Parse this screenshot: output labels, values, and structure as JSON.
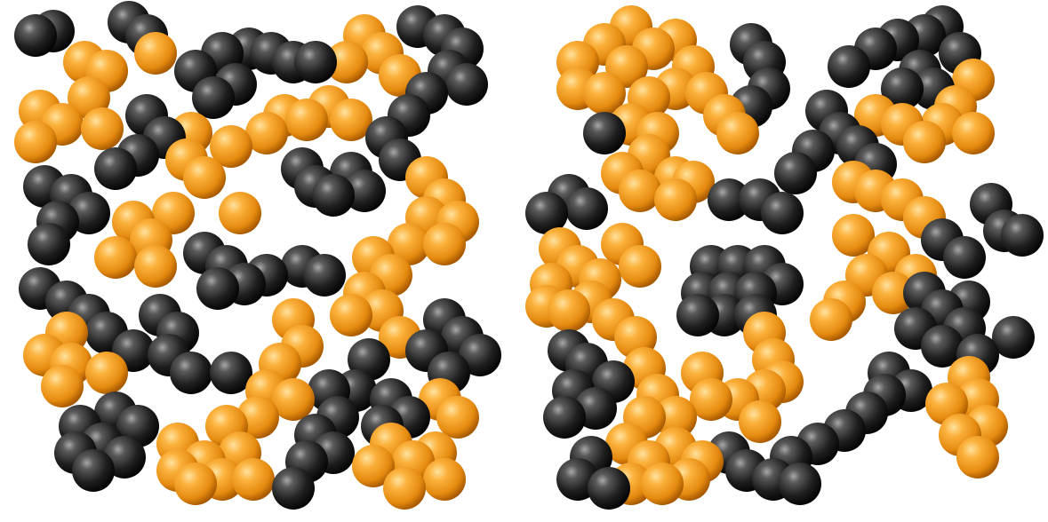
{
  "figure": {
    "description_visible_text": "",
    "background_color": "#ffffff",
    "colors": {
      "orange_bead": "#f29a1c",
      "orange_highlight": "#ffd27a",
      "orange_shadow": "#a85a00",
      "black_bead": "#2a2a2a",
      "black_highlight": "#9a9a9a",
      "black_shadow": "#050505"
    },
    "panels": [
      {
        "name": "left-cluster",
        "bead_types": [
          "orange",
          "black"
        ]
      },
      {
        "name": "right-cluster",
        "bead_types": [
          "orange",
          "black"
        ]
      }
    ]
  }
}
